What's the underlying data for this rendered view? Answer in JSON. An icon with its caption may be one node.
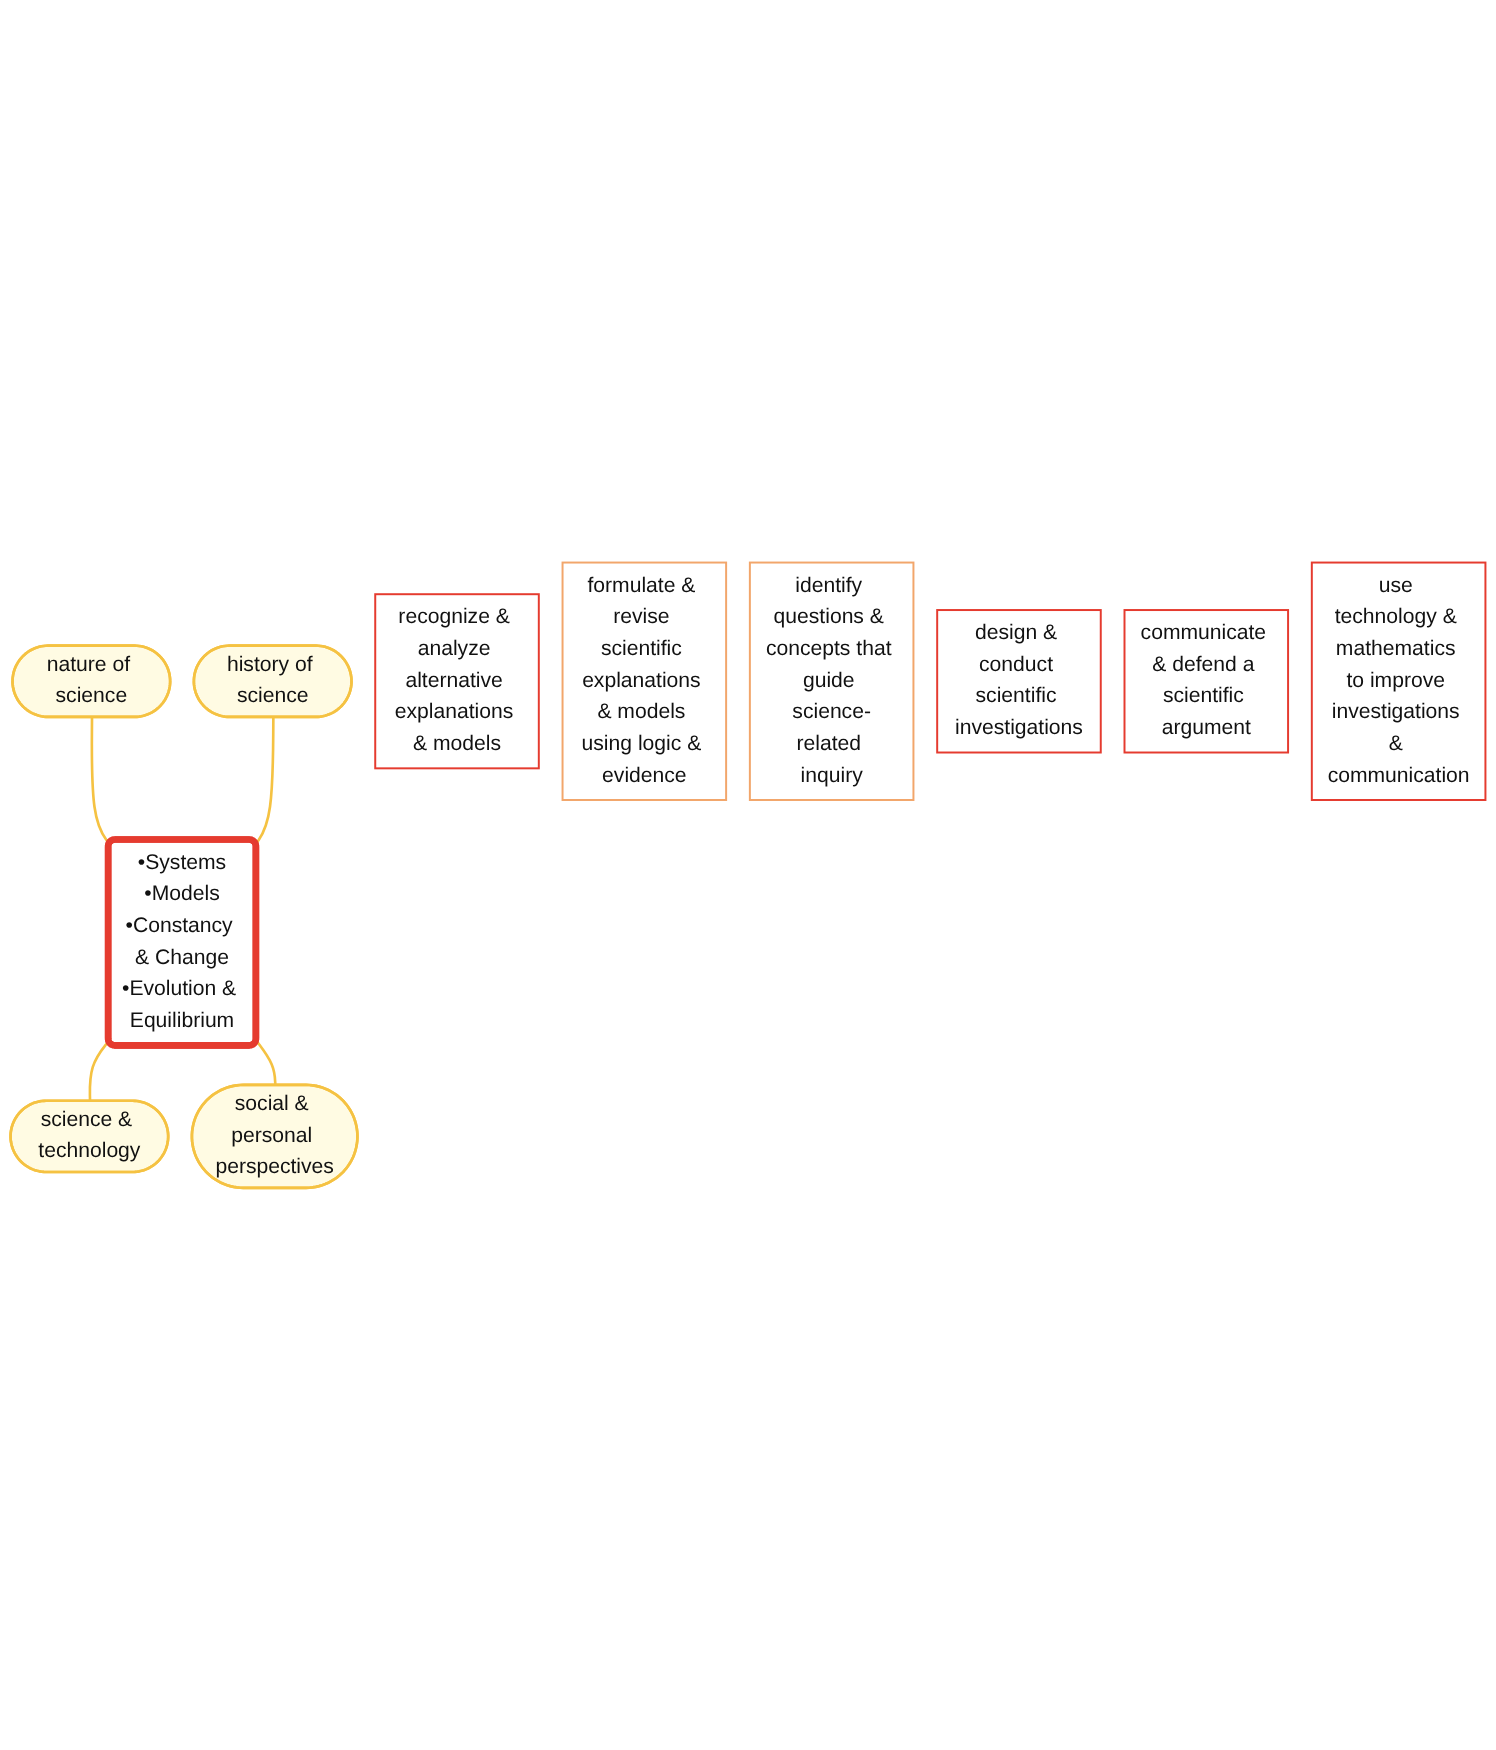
{
  "diagram": {
    "nodes": [
      {
        "text": [
          "nature of science"
        ]
      },
      {
        "text": [
          "history of science"
        ]
      },
      {
        "text": [
          "recognize & analyze alternative explanations & models"
        ]
      },
      {
        "text": [
          "formulate & revise scientific explanations & models using logic & evidence"
        ]
      },
      {
        "text": [
          "identify questions & concepts that guide science-related inquiry"
        ]
      },
      {
        "text": [
          "•Systems",
          "•Models",
          "•Constancy & Change",
          "•Evolution & Equilibrium"
        ]
      },
      {
        "text": [
          "design & conduct scientific investigations"
        ]
      },
      {
        "text": [
          "communicate & defend a scientific argument"
        ]
      },
      {
        "text": [
          "use technology & mathematics to improve investigations & communication"
        ]
      },
      {
        "text": [
          "science & technology"
        ]
      },
      {
        "text": [
          "social & personal perspectives"
        ]
      }
    ],
    "edges": [
      {
        "from": 0,
        "to": 5,
        "arrow": "none"
      },
      {
        "from": 1,
        "to": 5,
        "arrow": "none"
      },
      {
        "from": 5,
        "to": 9,
        "arrow": "none"
      },
      {
        "from": 5,
        "to": 10,
        "arrow": "none"
      }
    ]
  }
}
